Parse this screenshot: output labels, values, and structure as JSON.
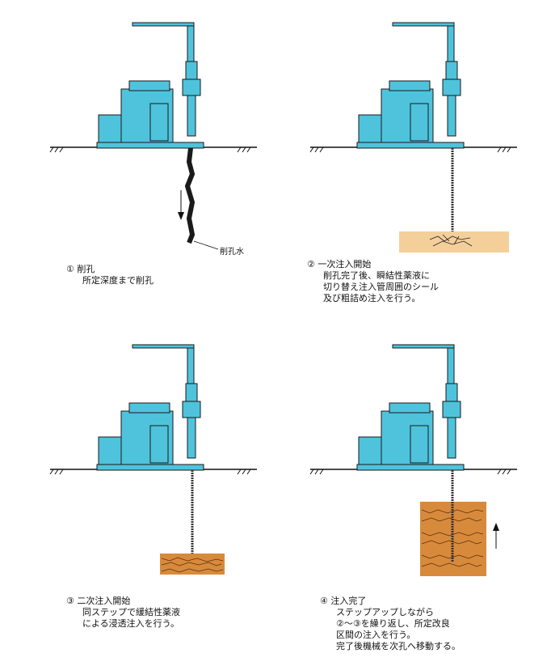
{
  "colors": {
    "machine": "#4fc3dc",
    "outline": "#1a1a1a",
    "soil_light": "#f5cf9a",
    "soil_dark": "#d88a3c"
  },
  "steps": [
    {
      "title": "① 削孔",
      "lines": [
        "所定深度まで削孔"
      ],
      "annotation": "削孔水"
    },
    {
      "title": "② 一次注入開始",
      "lines": [
        "削孔完了後、瞬結性薬液に",
        "切り替え注入管周囲のシール",
        "及び粗詰め注入を行う。"
      ]
    },
    {
      "title": "③ 二次注入開始",
      "lines": [
        "同ステップで緩結性薬液",
        "による浸透注入を行う。"
      ]
    },
    {
      "title": "④ 注入完了",
      "lines": [
        "ステップアップしながら",
        "②～③を繰り返し、所定改良",
        "区間の注入を行う。",
        "完了後機械を次孔へ移動する。"
      ]
    }
  ]
}
